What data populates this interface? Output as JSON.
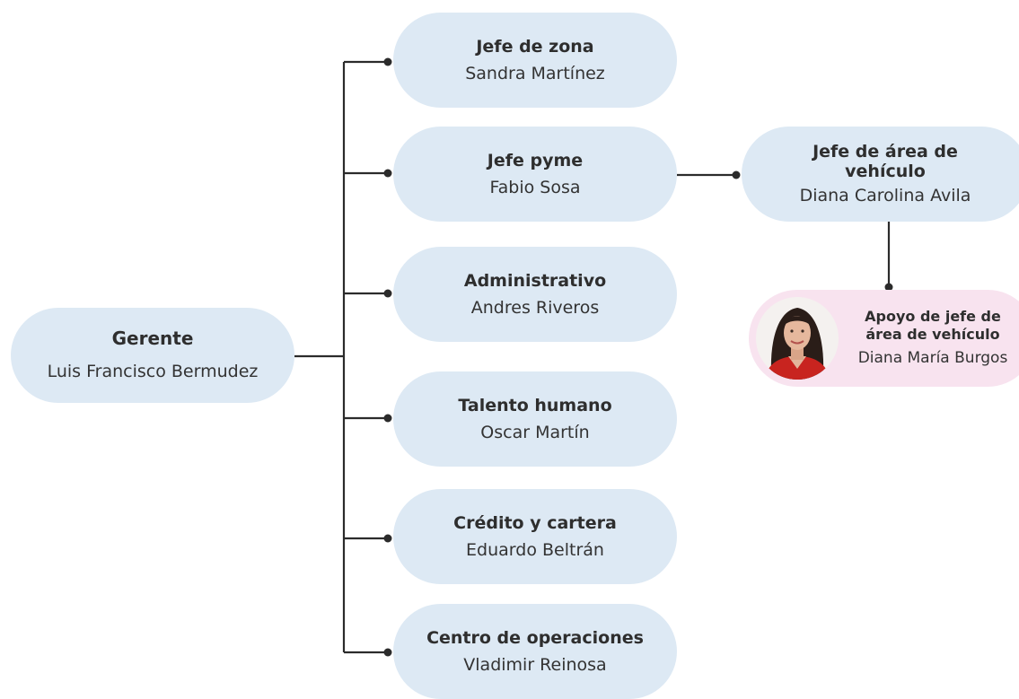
{
  "chart": {
    "root": {
      "role": "Gerente",
      "person": "Luis Francisco Bermudez"
    },
    "branches": [
      {
        "role": "Jefe de zona",
        "person": "Sandra Martínez"
      },
      {
        "role": "Jefe pyme",
        "person": "Fabio Sosa"
      },
      {
        "role": "Administrativo",
        "person": "Andres Riveros"
      },
      {
        "role": "Talento humano",
        "person": "Oscar Martín"
      },
      {
        "role": "Crédito y cartera",
        "person": "Eduardo Beltrán"
      },
      {
        "role": "Centro de operaciones",
        "person": "Vladimir Reinosa"
      }
    ],
    "sub_branch": {
      "role_line1": "Jefe de área de",
      "role_line2": "vehículo",
      "person": "Diana Carolina Avila"
    },
    "support": {
      "role_line1": "Apoyo de jefe de",
      "role_line2": "área de vehículo",
      "person": "Diana María Burgos",
      "photo": "portrait-photo"
    }
  },
  "colors": {
    "node_fill": "#dde9f4",
    "support_fill": "#f8e3ef",
    "connector": "#2b2b2b",
    "text": "#2e2e2e"
  }
}
